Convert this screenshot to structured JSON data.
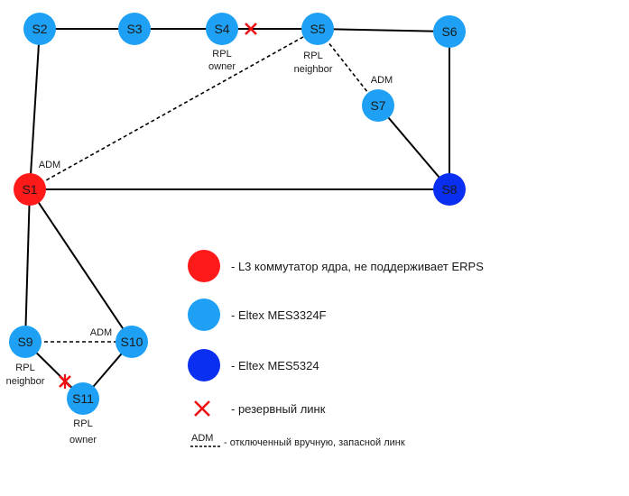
{
  "diagram": {
    "colors": {
      "core": "#ff1a1a",
      "mes3324": "#1ea0f5",
      "mes5324": "#0a2ff0",
      "link": "#000000",
      "cross": "#ee1111"
    },
    "nodes": [
      {
        "id": "s1",
        "label": "S1",
        "type": "core"
      },
      {
        "id": "s2",
        "label": "S2",
        "type": "mes3324"
      },
      {
        "id": "s3",
        "label": "S3",
        "type": "mes3324"
      },
      {
        "id": "s4",
        "label": "S4",
        "type": "mes3324"
      },
      {
        "id": "s5",
        "label": "S5",
        "type": "mes3324"
      },
      {
        "id": "s6",
        "label": "S6",
        "type": "mes3324"
      },
      {
        "id": "s7",
        "label": "S7",
        "type": "mes3324"
      },
      {
        "id": "s8",
        "label": "S8",
        "type": "mes5324"
      },
      {
        "id": "s9",
        "label": "S9",
        "type": "mes3324"
      },
      {
        "id": "s10",
        "label": "S10",
        "type": "mes3324"
      },
      {
        "id": "s11",
        "label": "S11",
        "type": "mes3324"
      }
    ],
    "edges": [
      {
        "from": "s2",
        "to": "s3",
        "style": "solid"
      },
      {
        "from": "s3",
        "to": "s4",
        "style": "solid"
      },
      {
        "from": "s4",
        "to": "s5",
        "style": "solid"
      },
      {
        "from": "s5",
        "to": "s6",
        "style": "solid"
      },
      {
        "from": "s6",
        "to": "s8",
        "style": "solid"
      },
      {
        "from": "s7",
        "to": "s8",
        "style": "solid"
      },
      {
        "from": "s1",
        "to": "s8",
        "style": "solid"
      },
      {
        "from": "s1",
        "to": "s2",
        "style": "solid"
      },
      {
        "from": "s1",
        "to": "s9",
        "style": "solid"
      },
      {
        "from": "s1",
        "to": "s10",
        "style": "solid"
      },
      {
        "from": "s10",
        "to": "s11",
        "style": "solid"
      },
      {
        "from": "s9",
        "to": "s11",
        "style": "solid"
      },
      {
        "from": "s1",
        "to": "s5",
        "style": "dashed"
      },
      {
        "from": "s5",
        "to": "s7",
        "style": "dashed"
      },
      {
        "from": "s9",
        "to": "s10",
        "style": "dashed"
      }
    ],
    "annotations": {
      "s4_role_1": "RPL",
      "s4_role_2": "owner",
      "s5_role_1": "RPL",
      "s5_role_2": "neighbor",
      "s7_adm": "ADM",
      "s1_adm": "ADM",
      "s9_role_1": "RPL",
      "s9_role_2": "neighbor",
      "s10_adm": "ADM",
      "s11_role_1": "RPL",
      "s11_role_2": "owner"
    }
  },
  "legend": {
    "core": "- L3 коммутатор ядра, не поддерживает ERPS",
    "mes3324": "- Eltex MES3324F",
    "mes5324": "- Eltex MES5324",
    "backup": "- резервный линк",
    "adm_key": "ADM",
    "adm_text": "- отключенный вручную, запасной линк"
  }
}
